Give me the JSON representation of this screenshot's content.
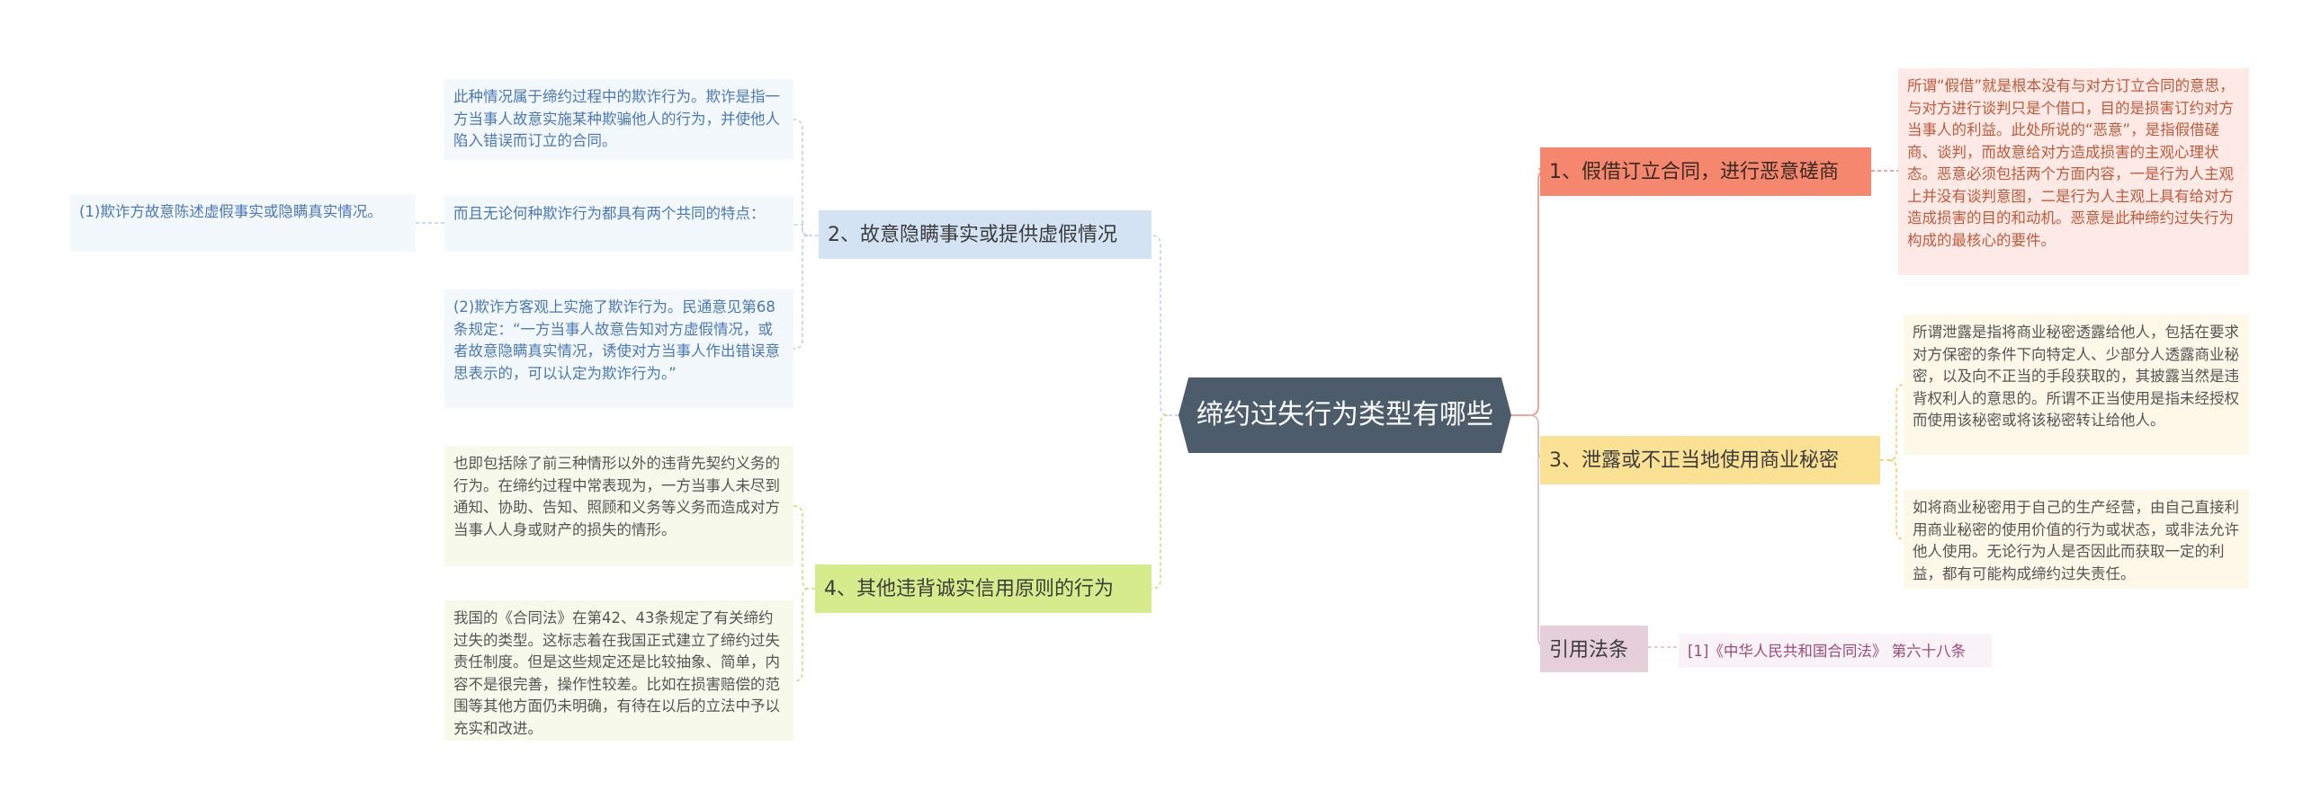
{
  "center": {
    "title": "缔约过失行为类型有哪些"
  },
  "branches": {
    "b1": {
      "label": "1、假借订立合同，进行恶意磋商",
      "color": "#f4876e",
      "leaf": "所谓“假借”就是根本没有与对方订立合同的意思，与对方进行谈判只是个借口，目的是损害订约对方当事人的利益。此处所说的“恶意”，是指假借磋商、谈判，而故意给对方造成损害的主观心理状态。恶意必须包括两个方面内容，一是行为人主观上并没有谈判意图，二是行为人主观上具有给对方造成损害的目的和动机。恶意是此种缔约过失行为构成的最核心的要件。"
    },
    "b2": {
      "label": "2、故意隐瞒事实或提供虚假情况",
      "color": "#d3e3f3",
      "leaf_a": "此种情况属于缔约过程中的欺诈行为。欺诈是指一方当事人故意实施某种欺骗他人的行为，并使他人陷入错误而订立的合同。",
      "leaf_b": "而且无论何种欺诈行为都具有两个共同的特点：",
      "leaf_b1": "(1)欺诈方故意陈述虚假事实或隐瞒真实情况。",
      "leaf_c": "(2)欺诈方客观上实施了欺诈行为。民通意见第68条规定：“一方当事人故意告知对方虚假情况，或者故意隐瞒真实情况，诱使对方当事人作出错误意思表示的，可以认定为欺诈行为。”"
    },
    "b3": {
      "label": "3、泄露或不正当地使用商业秘密",
      "color": "#fbe193",
      "leaf_a": "所谓泄露是指将商业秘密透露给他人，包括在要求对方保密的条件下向特定人、少部分人透露商业秘密，以及向不正当的手段获取的，其披露当然是违背权利人的意思的。所谓不正当使用是指未经授权而使用该秘密或将该秘密转让给他人。",
      "leaf_b": "如将商业秘密用于自己的生产经营，由自己直接利用商业秘密的使用价值的行为或状态，或非法允许他人使用。无论行为人是否因此而获取一定的利益，都有可能构成缔约过失责任。"
    },
    "b4": {
      "label": "4、其他违背诚实信用原则的行为",
      "color": "#d6ec8c",
      "leaf_a": "也即包括除了前三种情形以外的违背先契约义务的行为。在缔约过程中常表现为，一方当事人未尽到通知、协助、告知、照顾和义务等义务而造成对方当事人人身或财产的损失的情形。",
      "leaf_b": "我国的《合同法》在第42、43条规定了有关缔约过失的类型。这标志着在我国正式建立了缔约过失责任制度。但是这些规定还是比较抽象、简单，内容不是很完善，操作性较差。比如在损害赔偿的范围等其他方面仍未明确，有待在以后的立法中予以充实和改进。"
    },
    "b5": {
      "label": "引用法条",
      "color": "#e5d0da",
      "leaf": "[1]《中华人民共和国合同法》 第六十八条"
    }
  }
}
